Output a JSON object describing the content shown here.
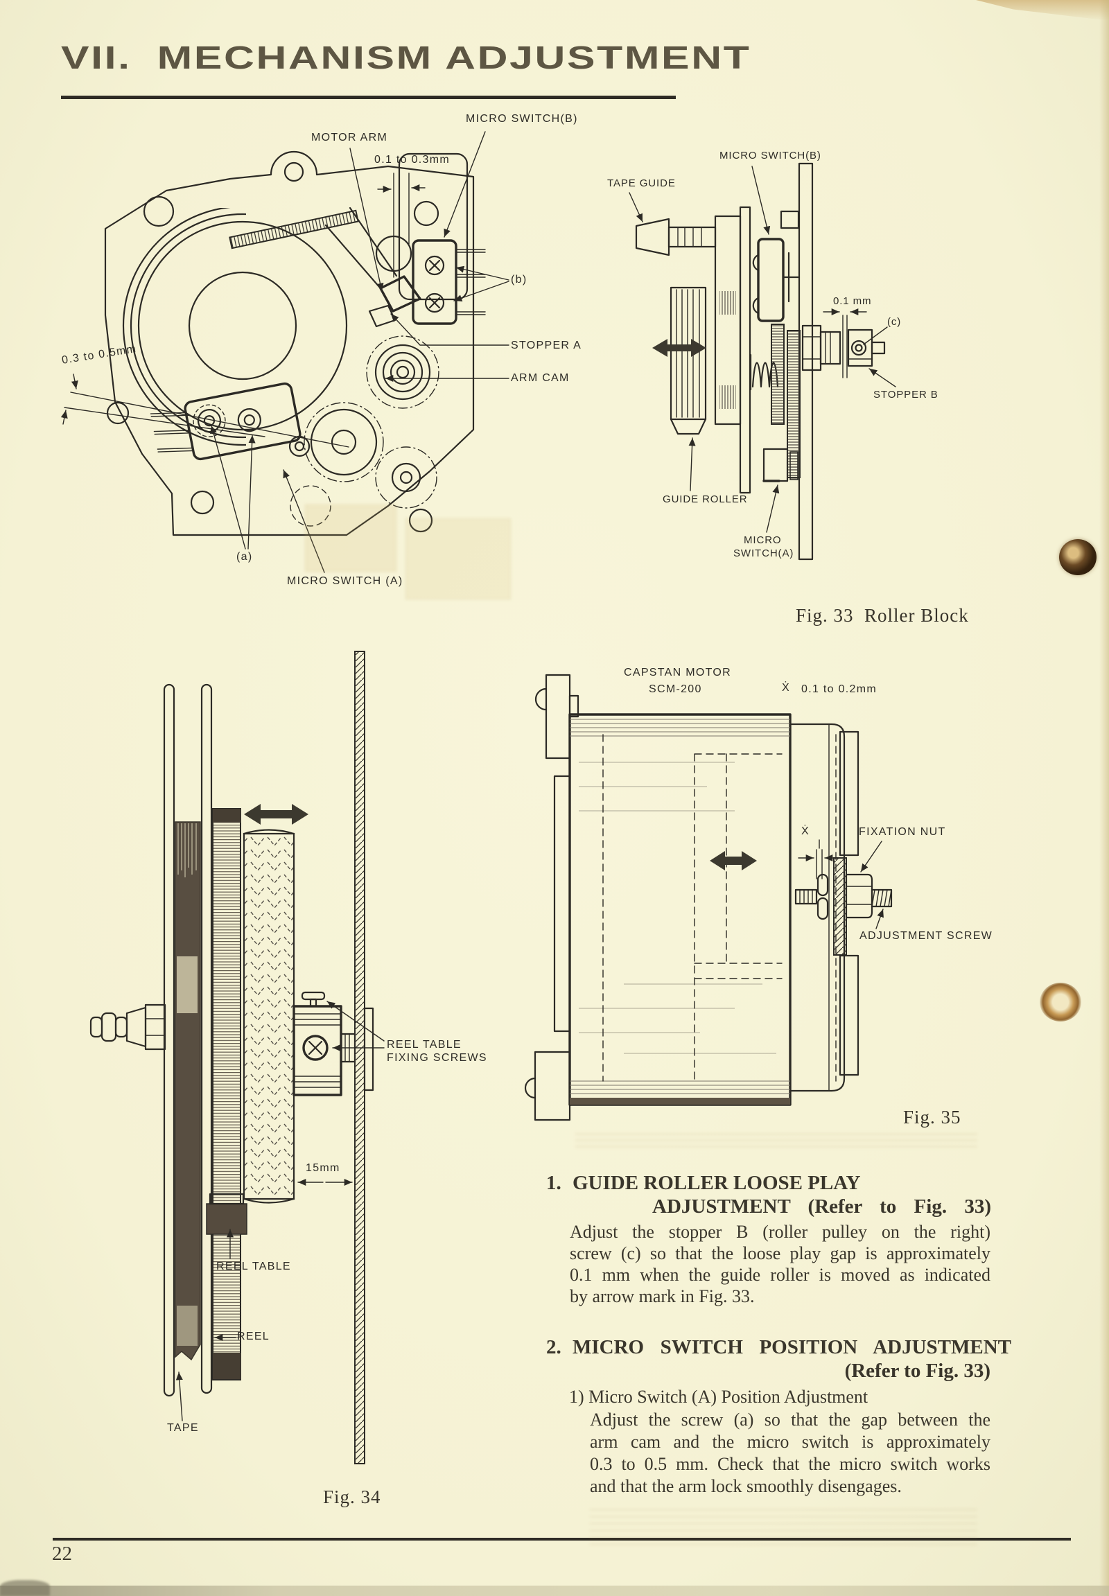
{
  "title": {
    "numeral": "VII.",
    "text": "MECHANISM ADJUSTMENT"
  },
  "fig33": {
    "caption": "Fig. 33  Roller Block",
    "labels": {
      "motor_arm": "MOTOR ARM",
      "gap_top": "0.1 to 0.3mm",
      "micro_switch_b_left": "MICRO SWITCH(B)",
      "b_ref": "(b)",
      "stopper_a": "STOPPER A",
      "arm_cam": "ARM CAM",
      "gap_side": "0.3 to 0.5mm",
      "a_ref": "(a)",
      "micro_switch_a_left": "MICRO SWITCH (A)",
      "micro_switch_b_right": "MICRO SWITCH(B)",
      "tape_guide": "TAPE GUIDE",
      "gap_right": "0.1 mm",
      "c_ref": "(c)",
      "stopper_b": "STOPPER B",
      "guide_roller": "GUIDE ROLLER",
      "micro_switch_a_right_line1": "MICRO",
      "micro_switch_a_right_line2": "SWITCH(A)"
    }
  },
  "fig34": {
    "caption": "Fig. 34",
    "labels": {
      "fixing_screws_line1": "REEL TABLE",
      "fixing_screws_line2": "FIXING SCREWS",
      "dim_15mm": "15mm",
      "reel_table": "REEL TABLE",
      "reel": "REEL",
      "tape": "TAPE"
    }
  },
  "fig35": {
    "caption": "Fig. 35",
    "labels": {
      "capstan_line1": "CAPSTAN MOTOR",
      "capstan_line2": "SCM-200",
      "ref_mark_top": "Ẋ",
      "gap_value": "0.1 to 0.2mm",
      "ref_mark_gap": "Ẋ",
      "fixation_nut": "FIXATION NUT",
      "adjustment_screw": "ADJUSTMENT SCREW"
    }
  },
  "sections": [
    {
      "number": "1.",
      "heading_line1": "GUIDE ROLLER LOOSE PLAY",
      "heading_line2": "ADJUSTMENT (Refer to Fig. 33)",
      "body_lines": [
        "Adjust the stopper B (roller pulley on the right)",
        "screw (c) so that the loose play gap is approximately",
        "0.1 mm when the guide roller is moved as indicated",
        "by arrow mark in Fig. 33."
      ]
    },
    {
      "number": "2.",
      "heading_line1": "MICRO SWITCH POSITION ADJUSTMENT",
      "heading_line2": "(Refer to Fig. 33)",
      "sub_heading": "1) Micro Switch (A) Position Adjustment",
      "body_lines": [
        "Adjust the screw (a) so that the gap between the",
        "arm cam and the micro switch is approximately",
        "0.3 to 0.5 mm. Check that the micro switch works",
        "and that the arm lock smoothly disengages."
      ]
    }
  ],
  "footer": {
    "page_number": "22"
  }
}
